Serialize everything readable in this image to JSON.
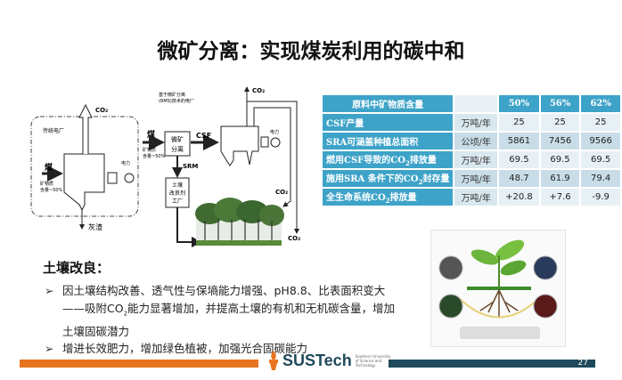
{
  "title": "微矿分离：实现煤炭利用的碳中和",
  "diagram": {
    "traditional_plant": "传统电厂",
    "co2": "CO₂",
    "coal": "煤",
    "mineral_content_line1": "矿物质",
    "mineral_content_line2": "含量~50%",
    "power": "电力",
    "ash": "灰渣",
    "rms_plant_line1": "基于微矿分离",
    "rms_plant_line2": "(RMS)技术的电厂",
    "rms_unit_line1": "微矿",
    "rms_unit_line2": "分离",
    "csf": "CSF",
    "srm": "SRM",
    "soil_factory_line1": "土壤",
    "soil_factory_line2": "改良剂",
    "soil_factory_line3": "工厂"
  },
  "table": {
    "header": [
      "原料中矿物质含量",
      "",
      "50%",
      "56%",
      "62%"
    ],
    "rows": [
      {
        "label": "CSF产量",
        "unit": "万吨/年",
        "values": [
          "25",
          "25",
          "25"
        ]
      },
      {
        "label": "SRA可涵盖种植总面积",
        "unit": "公顷/年",
        "values": [
          "5861",
          "7456",
          "9566"
        ]
      },
      {
        "label_pre": "燃用CSF导致的CO",
        "label_post": "排放量",
        "unit": "万吨/年",
        "values": [
          "69.5",
          "69.5",
          "69.5"
        ]
      },
      {
        "label_pre": "施用SRA 条件下的CO",
        "label_post": "封存量",
        "unit": "万吨/年",
        "values": [
          "48.7",
          "61.9",
          "79.4"
        ]
      },
      {
        "label_pre": "全生命系统CO",
        "label_post": "排放量",
        "unit": "万吨/年",
        "values": [
          "+20.8",
          "+7.6",
          "-9.9"
        ]
      }
    ]
  },
  "section_title": "土壤改良：",
  "bullets": [
    {
      "pre": "因土壤结构改善、透气性与保墒能力增强、pH8.8、比表面积变大——吸附CO",
      "post": "能力显著增加，并提高土壤的有机和无机碳含量，增加土壤固碳潜力"
    },
    {
      "pre": "增进长效肥力，增加绿色植被，加强光合固碳能力",
      "post": ""
    }
  ],
  "footer": {
    "logo": "SUSTech",
    "logo_sub": "Southern University of Science and Technology",
    "page_number": "27"
  },
  "colors": {
    "table_header": "#3ea3c8",
    "accent_orange": "#e8741f",
    "footer_dark": "#1f4a5c"
  }
}
